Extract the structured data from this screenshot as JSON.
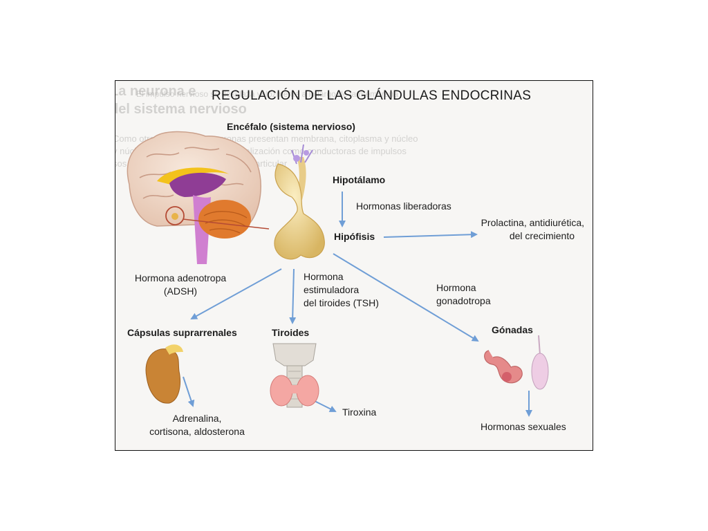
{
  "title": "REGULACIÓN DE LAS GLÁNDULAS ENDOCRINAS",
  "labels": {
    "encefalo": "Encéfalo (sistema nervioso)",
    "hipotalamo": "Hipotálamo",
    "hormonas_liberadoras": "Hormonas liberadoras",
    "hipofisis": "Hipófisis",
    "prolactina_line1": "Prolactina, antidiurética,",
    "prolactina_line2": "del crecimiento",
    "adenotropa_line1": "Hormona adenotropa",
    "adenotropa_line2": "(ADSH)",
    "tsh_line1": "Hormona",
    "tsh_line2": "estimuladora",
    "tsh_line3": "del tiroides (TSH)",
    "gonadotropa_line1": "Hormona",
    "gonadotropa_line2": "gonadotropa",
    "capsulas": "Cápsulas suprarrenales",
    "tiroides": "Tiroides",
    "gonadas": "Gónadas",
    "adrenalina_line1": "Adrenalina,",
    "adrenalina_line2": "cortisona, aldosterona",
    "tiroxina": "Tiroxina",
    "hormonas_sexuales": "Hormonas sexuales"
  },
  "colors": {
    "arrow": "#6f9ed6",
    "brain": "#f1d8c8",
    "cerebellum": "#e07a2e",
    "brainstem": "#c974c4",
    "pituitary": "#f0d68e",
    "adrenal": "#c98435",
    "thyroid": "#f4b0ac",
    "gonad": "#e58a8a"
  },
  "background_text": [
    "La neurona e",
    "del sistema nervioso",
    "El impulso nervioso se desplaza velozmente a lo largo de la membrana",
    "Como otras células, las neuronas presentan membrana, citoplasma y núcleo",
    "y núcleo. Sin embargo, su especialización como conductoras de impulsos",
    "sos hace que adopten un aspecto particular"
  ]
}
